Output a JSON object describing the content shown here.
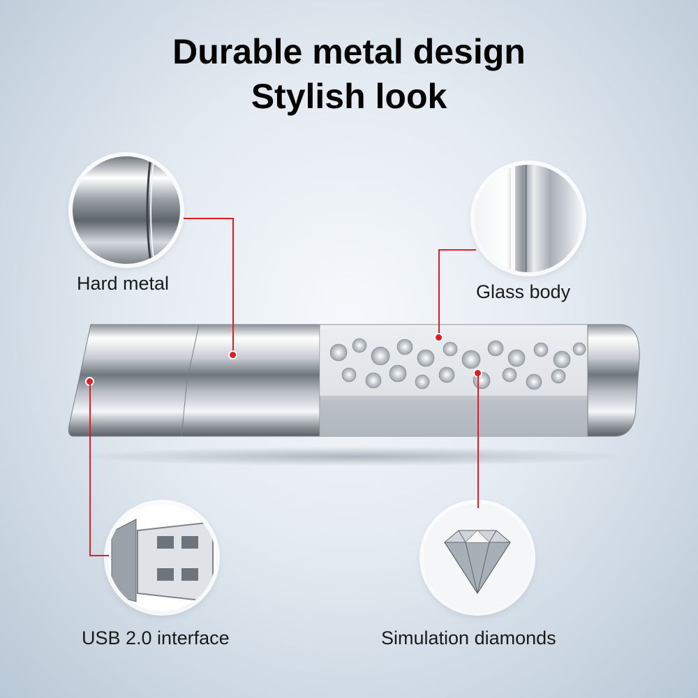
{
  "headline": {
    "line1": "Durable metal design",
    "line2": "Stylish look"
  },
  "features": [
    {
      "label": "Hard metal",
      "icon": "metal-cap-icon"
    },
    {
      "label": "Glass body",
      "icon": "glass-rod-icon"
    },
    {
      "label": "USB 2.0 interface",
      "icon": "usb-connector-icon"
    },
    {
      "label": "Simulation diamonds",
      "icon": "diamond-icon"
    }
  ],
  "colors": {
    "accent": "#e31b23",
    "text": "#000000"
  }
}
